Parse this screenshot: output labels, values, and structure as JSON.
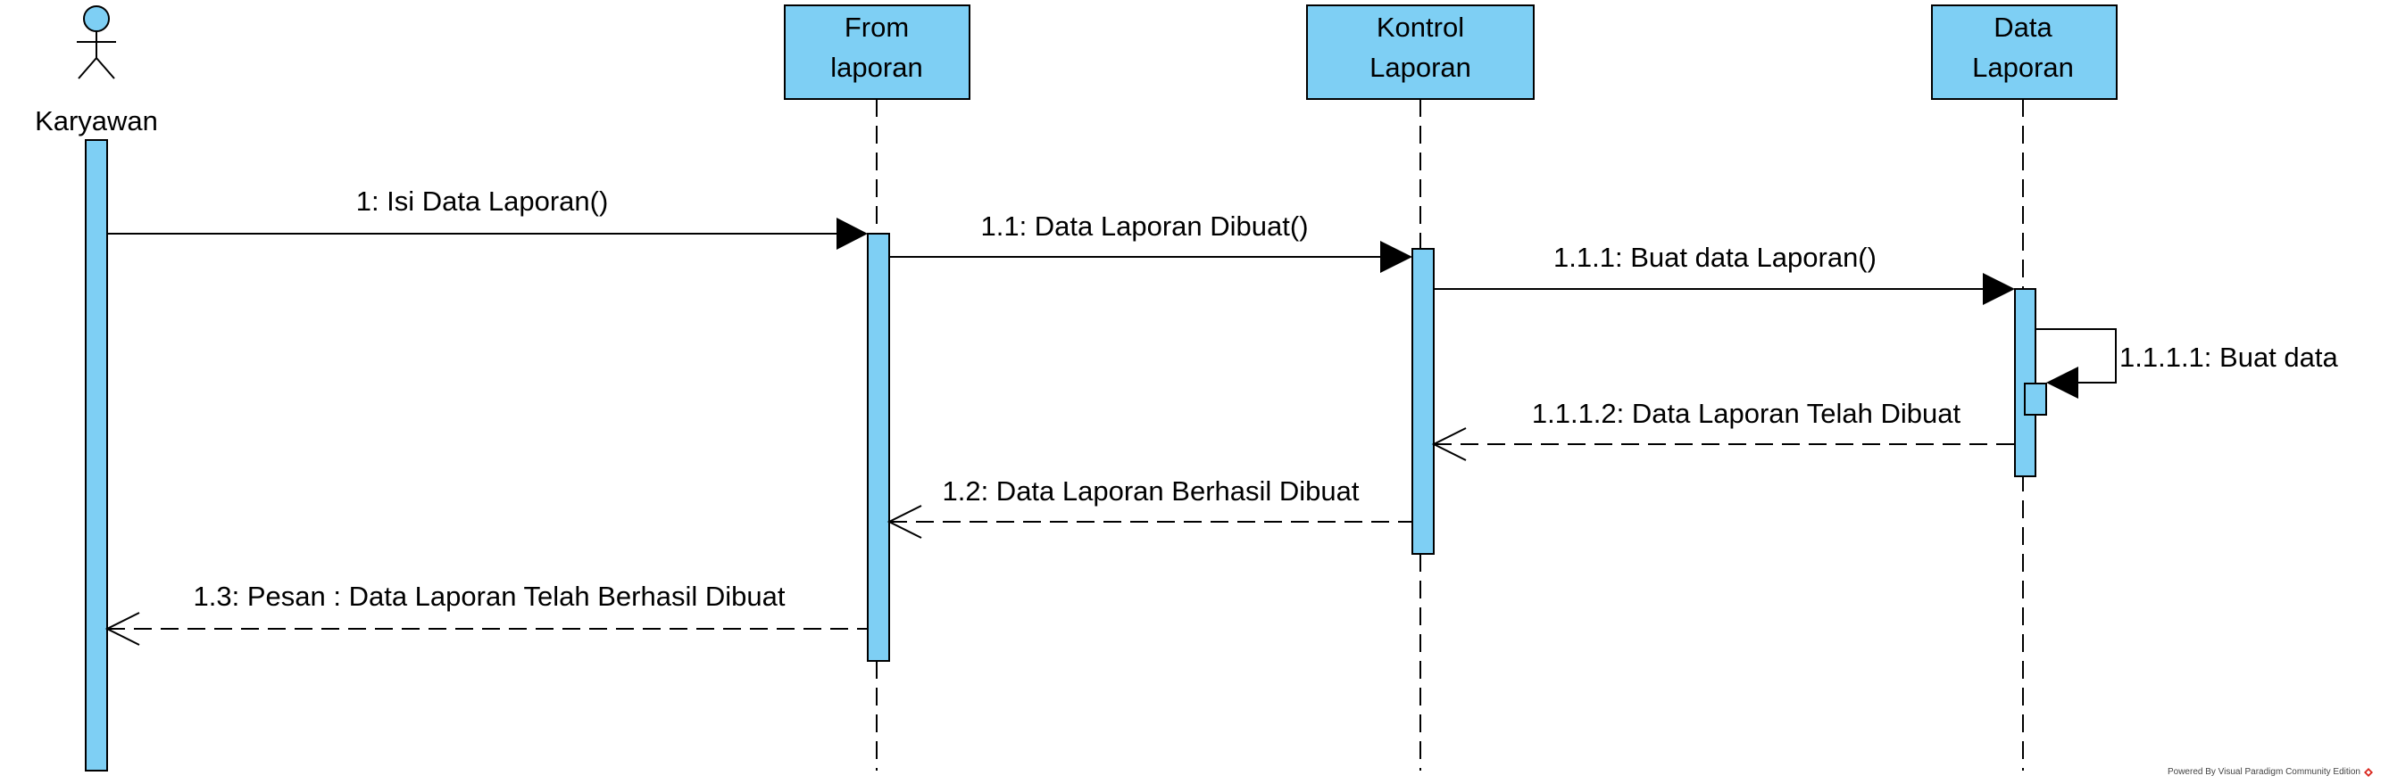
{
  "colors": {
    "fill": "#7ecff4",
    "stroke": "#000000",
    "accent": "#d9251c"
  },
  "actor": {
    "name": "Karyawan"
  },
  "lifelines": [
    {
      "id": "form",
      "line1": "From",
      "line2": "laporan"
    },
    {
      "id": "kontrol",
      "line1": "Kontrol",
      "line2": "Laporan"
    },
    {
      "id": "data",
      "line1": "Data",
      "line2": "Laporan"
    }
  ],
  "messages": [
    {
      "id": "m1",
      "label": "1: Isi Data Laporan()",
      "kind": "sync"
    },
    {
      "id": "m11",
      "label": "1.1: Data Laporan Dibuat()",
      "kind": "sync"
    },
    {
      "id": "m111",
      "label": "1.1.1: Buat data Laporan()",
      "kind": "sync"
    },
    {
      "id": "m1111",
      "label": "1.1.1.1: Buat data",
      "kind": "self"
    },
    {
      "id": "m1112",
      "label": "1.1.1.2: Data Laporan Telah Dibuat",
      "kind": "return"
    },
    {
      "id": "m12",
      "label": "1.2: Data Laporan Berhasil Dibuat",
      "kind": "return"
    },
    {
      "id": "m13",
      "label": "1.3: Pesan : Data Laporan Telah Berhasil Dibuat",
      "kind": "return"
    }
  ],
  "watermark": {
    "text": "Powered By  Visual Paradigm Community Edition",
    "icon": "visual-paradigm-logo-icon"
  }
}
